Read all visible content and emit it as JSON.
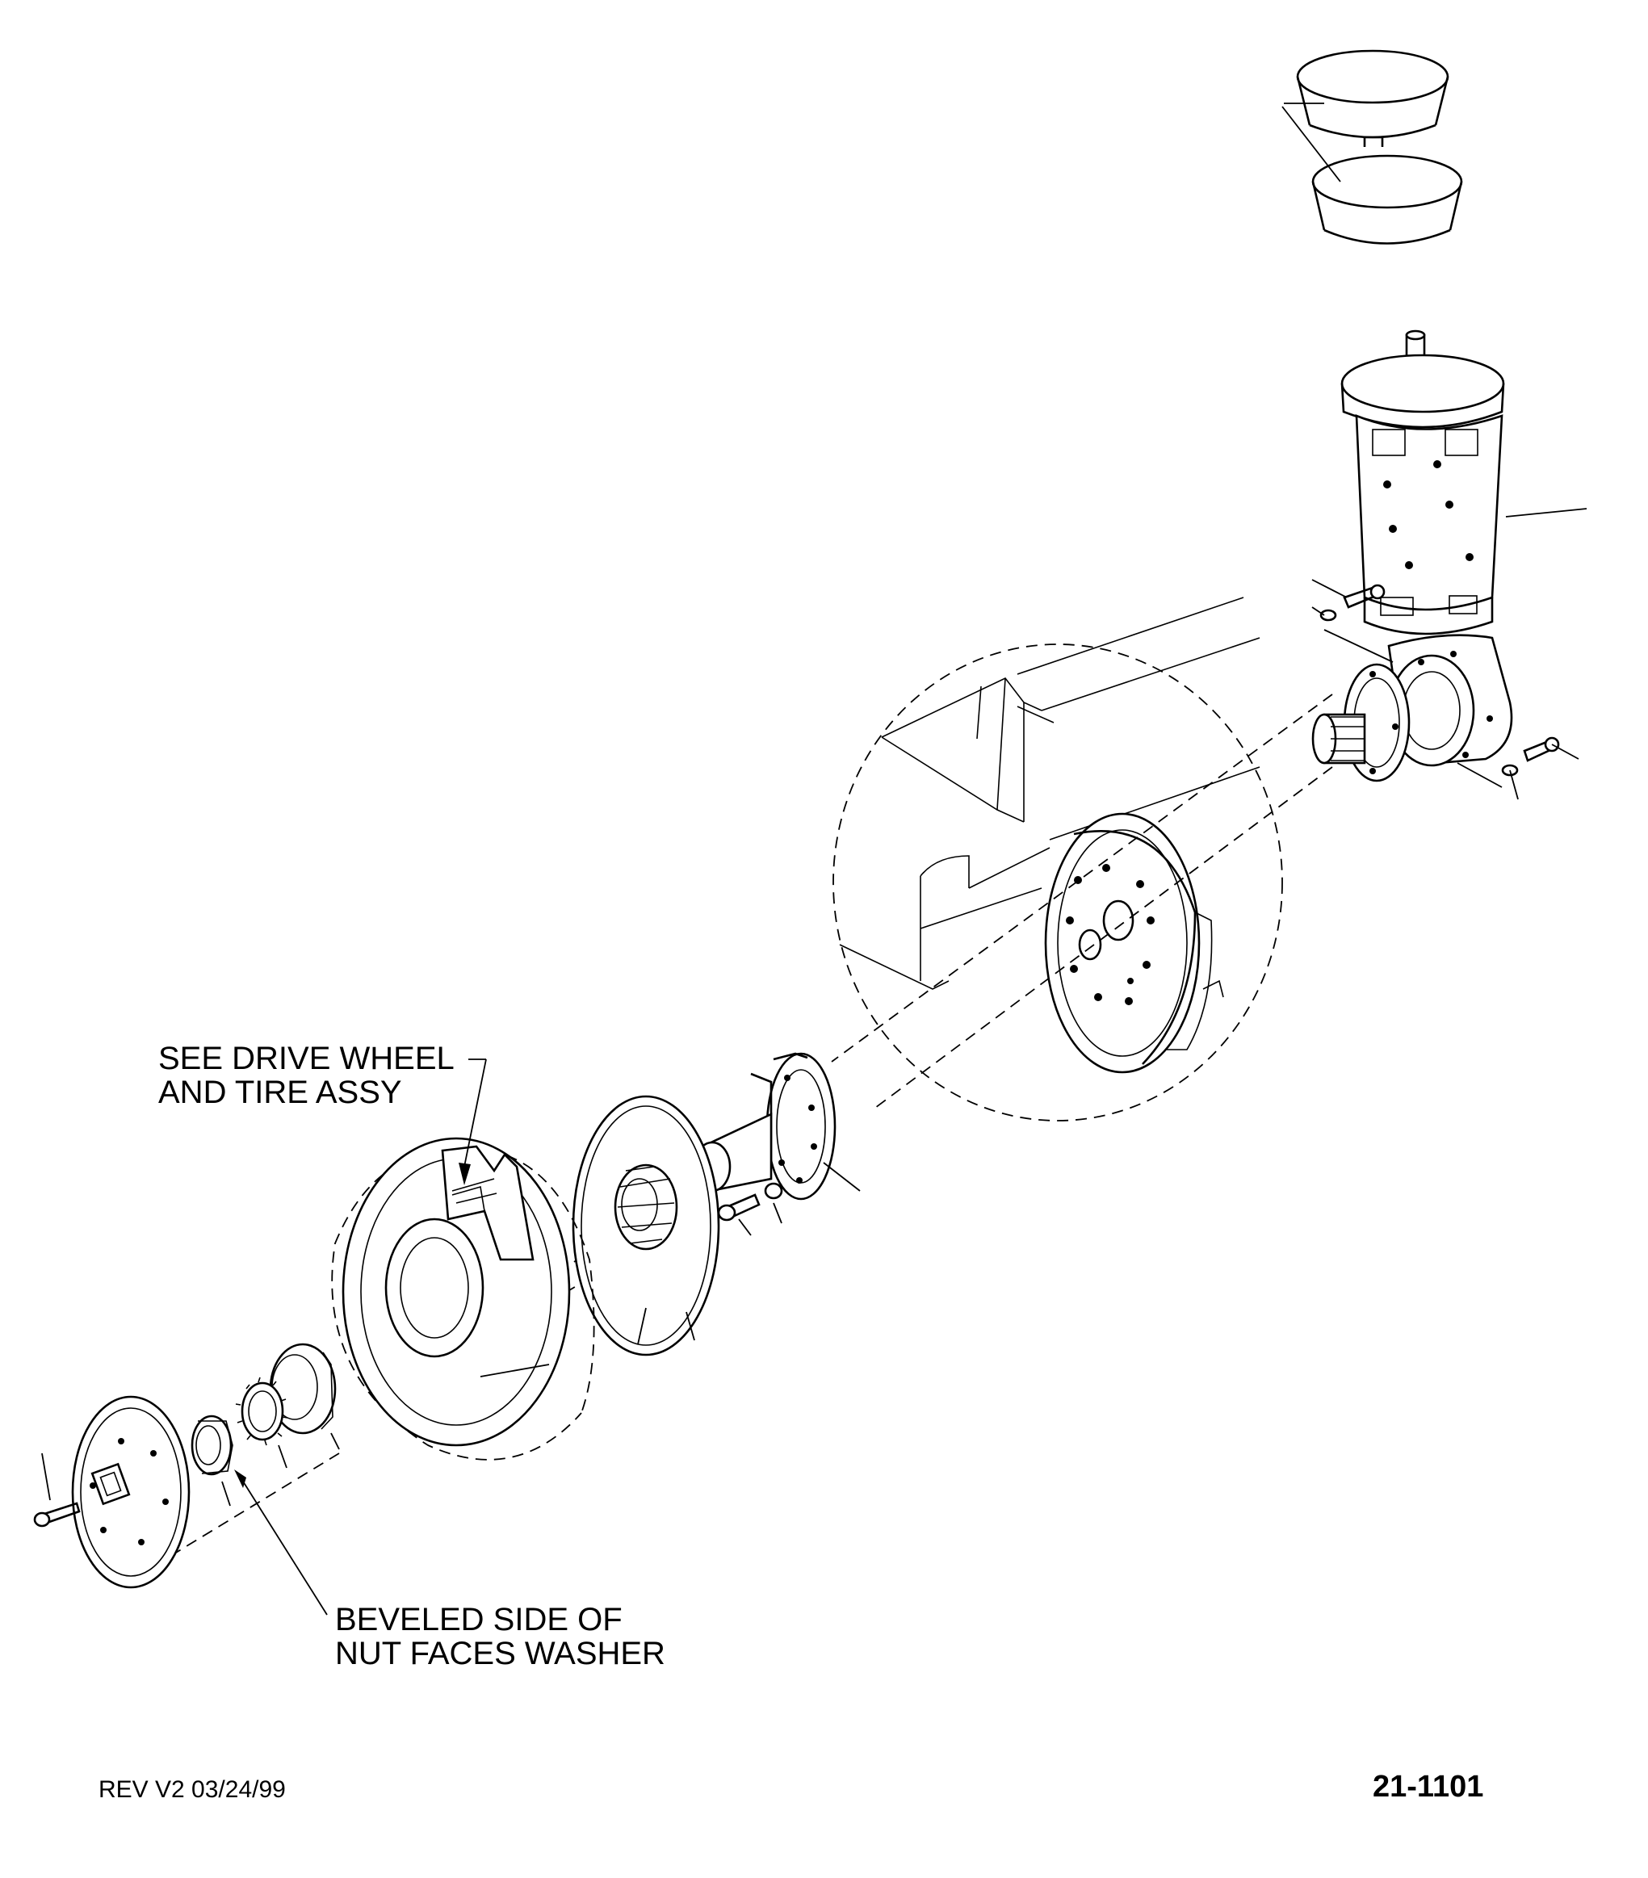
{
  "drawing": {
    "callouts": {
      "drive_wheel_line1": "SEE DRIVE WHEEL",
      "drive_wheel_line2": "AND TIRE ASSY",
      "beveled_line1": "BEVELED SIDE OF",
      "beveled_line2": "NUT FACES WASHER"
    },
    "revision": "REV V2 03/24/99",
    "drawing_number": "21-1101"
  }
}
